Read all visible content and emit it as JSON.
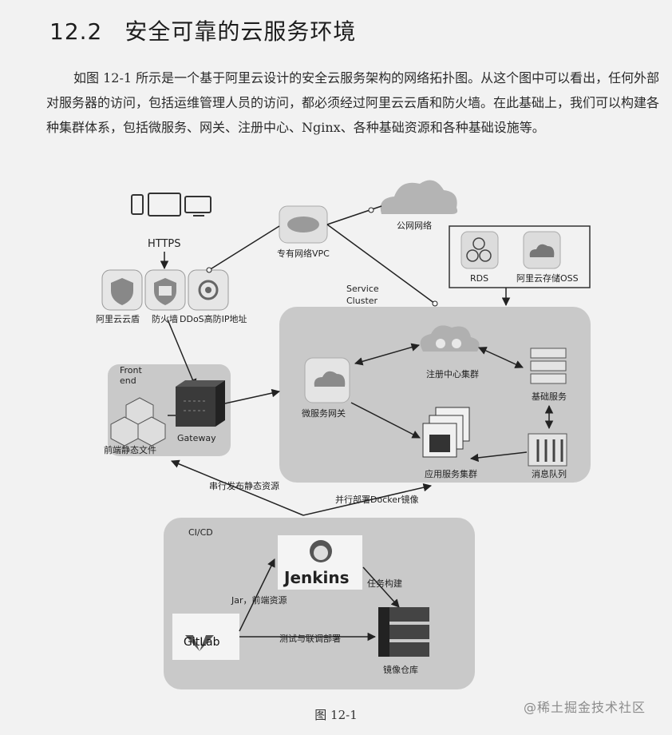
{
  "section": {
    "number": "12.2",
    "title": "安全可靠的云服务环境"
  },
  "paragraph": "如图 12-1 所示是一个基于阿里云设计的安全云服务架构的网络拓扑图。从这个图中可以看出，任何外部对服务器的访问，包括运维管理人员的访问，都必须经过阿里云云盾和防火墙。在此基础上，我们可以构建各种集群体系，包括微服务、网关、注册中心、Nginx、各种基础资源和各种基础设施等。",
  "diagram": {
    "https_label": "HTTPS",
    "vpc_label": "专有网络VPC",
    "public_net_label": "公网网络",
    "rds_label": "RDS",
    "oss_label": "阿里云存储OSS",
    "cloud_shield_label": "阿里云云盾",
    "firewall_label": "防火墙",
    "ddos_label": "DDoS高防IP地址",
    "service_cluster_label": [
      "Service",
      "Cluster"
    ],
    "frontend_group_label": [
      "Front",
      "end"
    ],
    "gateway_label": "Gateway",
    "frontend_files_label": "前端静态文件",
    "registry_label": "注册中心集群",
    "microservice_label": "微服务网关",
    "infra_label": "基础服务",
    "app_cluster_label": "应用服务集群",
    "message_queue_label": "消息队列",
    "deploy_frontend_label": "串行发布静态资源",
    "deploy_docker_label": "并行部署Docker镜像",
    "cicd_label": "CI/CD",
    "jenkins_label": "Jenkins",
    "gitlab_label": "GitLab",
    "jar_label": "Jar，前端资源",
    "build_image_label": "任务构建",
    "push_label": "测试与联调部署",
    "image_repo_label": "镜像仓库"
  },
  "caption": "图 12-1",
  "watermark": "@稀土掘金技术社区"
}
